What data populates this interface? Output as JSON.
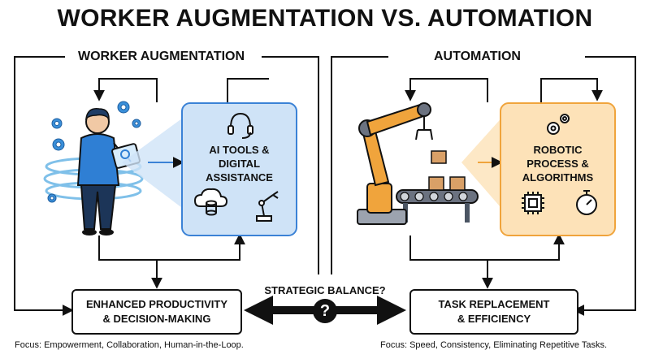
{
  "title": "WORKER AUGMENTATION VS. AUTOMATION",
  "left": {
    "heading": "WORKER AUGMENTATION",
    "box_label_lines": [
      "AI TOOLS &",
      "DIGITAL",
      "ASSISTANCE"
    ],
    "outcome_lines": [
      "ENHANCED PRODUCTIVITY",
      "& DECISION-MAKING"
    ],
    "focus": "Focus: Empowerment, Collaboration, Human-in-the-Loop.",
    "accent": "#3b82d6",
    "panel_fill": "#cfe3f7"
  },
  "right": {
    "heading": "AUTOMATION",
    "box_label_lines": [
      "ROBOTIC",
      "PROCESS &",
      "ALGORITHMS"
    ],
    "outcome_lines": [
      "TASK REPLACEMENT",
      "& EFFICIENCY"
    ],
    "focus": "Focus: Speed, Consistency, Eliminating Repetitive Tasks.",
    "accent": "#f0a43c",
    "panel_fill": "#fde2b8"
  },
  "center": {
    "balance": "STRATEGIC BALANCE?",
    "question_mark": "?"
  },
  "icons": {
    "left": [
      "worker-figure",
      "tablet-icon",
      "gear-icon",
      "headset-icon",
      "cloud-database-icon",
      "robot-arm-icon"
    ],
    "right": [
      "industrial-robot-arm",
      "conveyor-belt",
      "box-icon",
      "gear-icon",
      "chip-icon",
      "stopwatch-icon"
    ]
  }
}
